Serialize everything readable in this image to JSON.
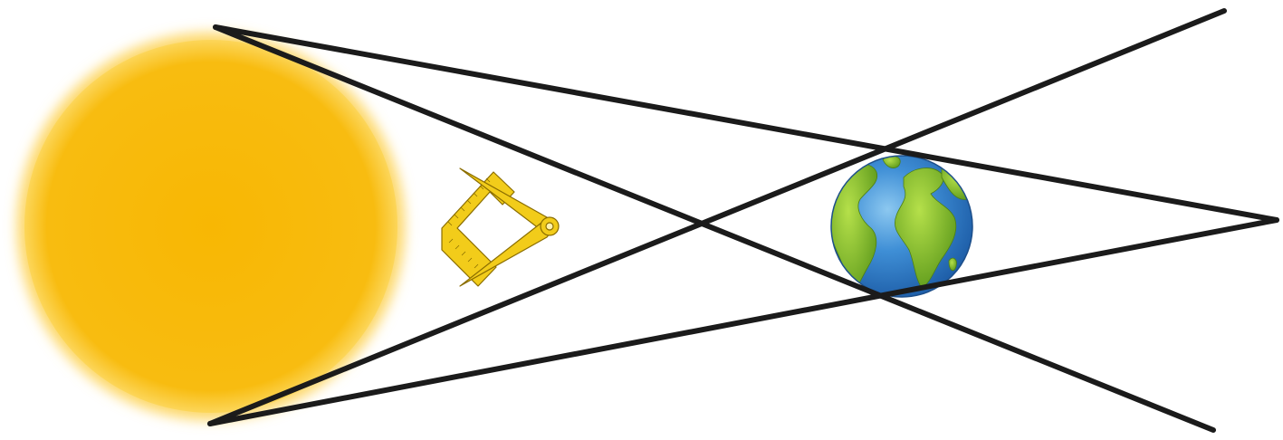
{
  "diagram": {
    "type": "sun-earth-shadow-cones",
    "objects": [
      {
        "name": "sun",
        "icon": "sun-disc-icon",
        "color": "#f6b800"
      },
      {
        "name": "square-and-compasses",
        "icon": "square-and-compasses-icon",
        "color": "#f2cc1a"
      },
      {
        "name": "earth",
        "icon": "earth-globe-icon",
        "ocean_color": "#2f80cc",
        "land_color": "#7dbb2a"
      }
    ],
    "lines": {
      "count": 4,
      "color": "#1b1b1b",
      "description_of_relation": [
        "sun-top-edge",
        "sun-bottom-edge",
        "earth-top-tangent",
        "earth-bottom-tangent"
      ]
    }
  }
}
